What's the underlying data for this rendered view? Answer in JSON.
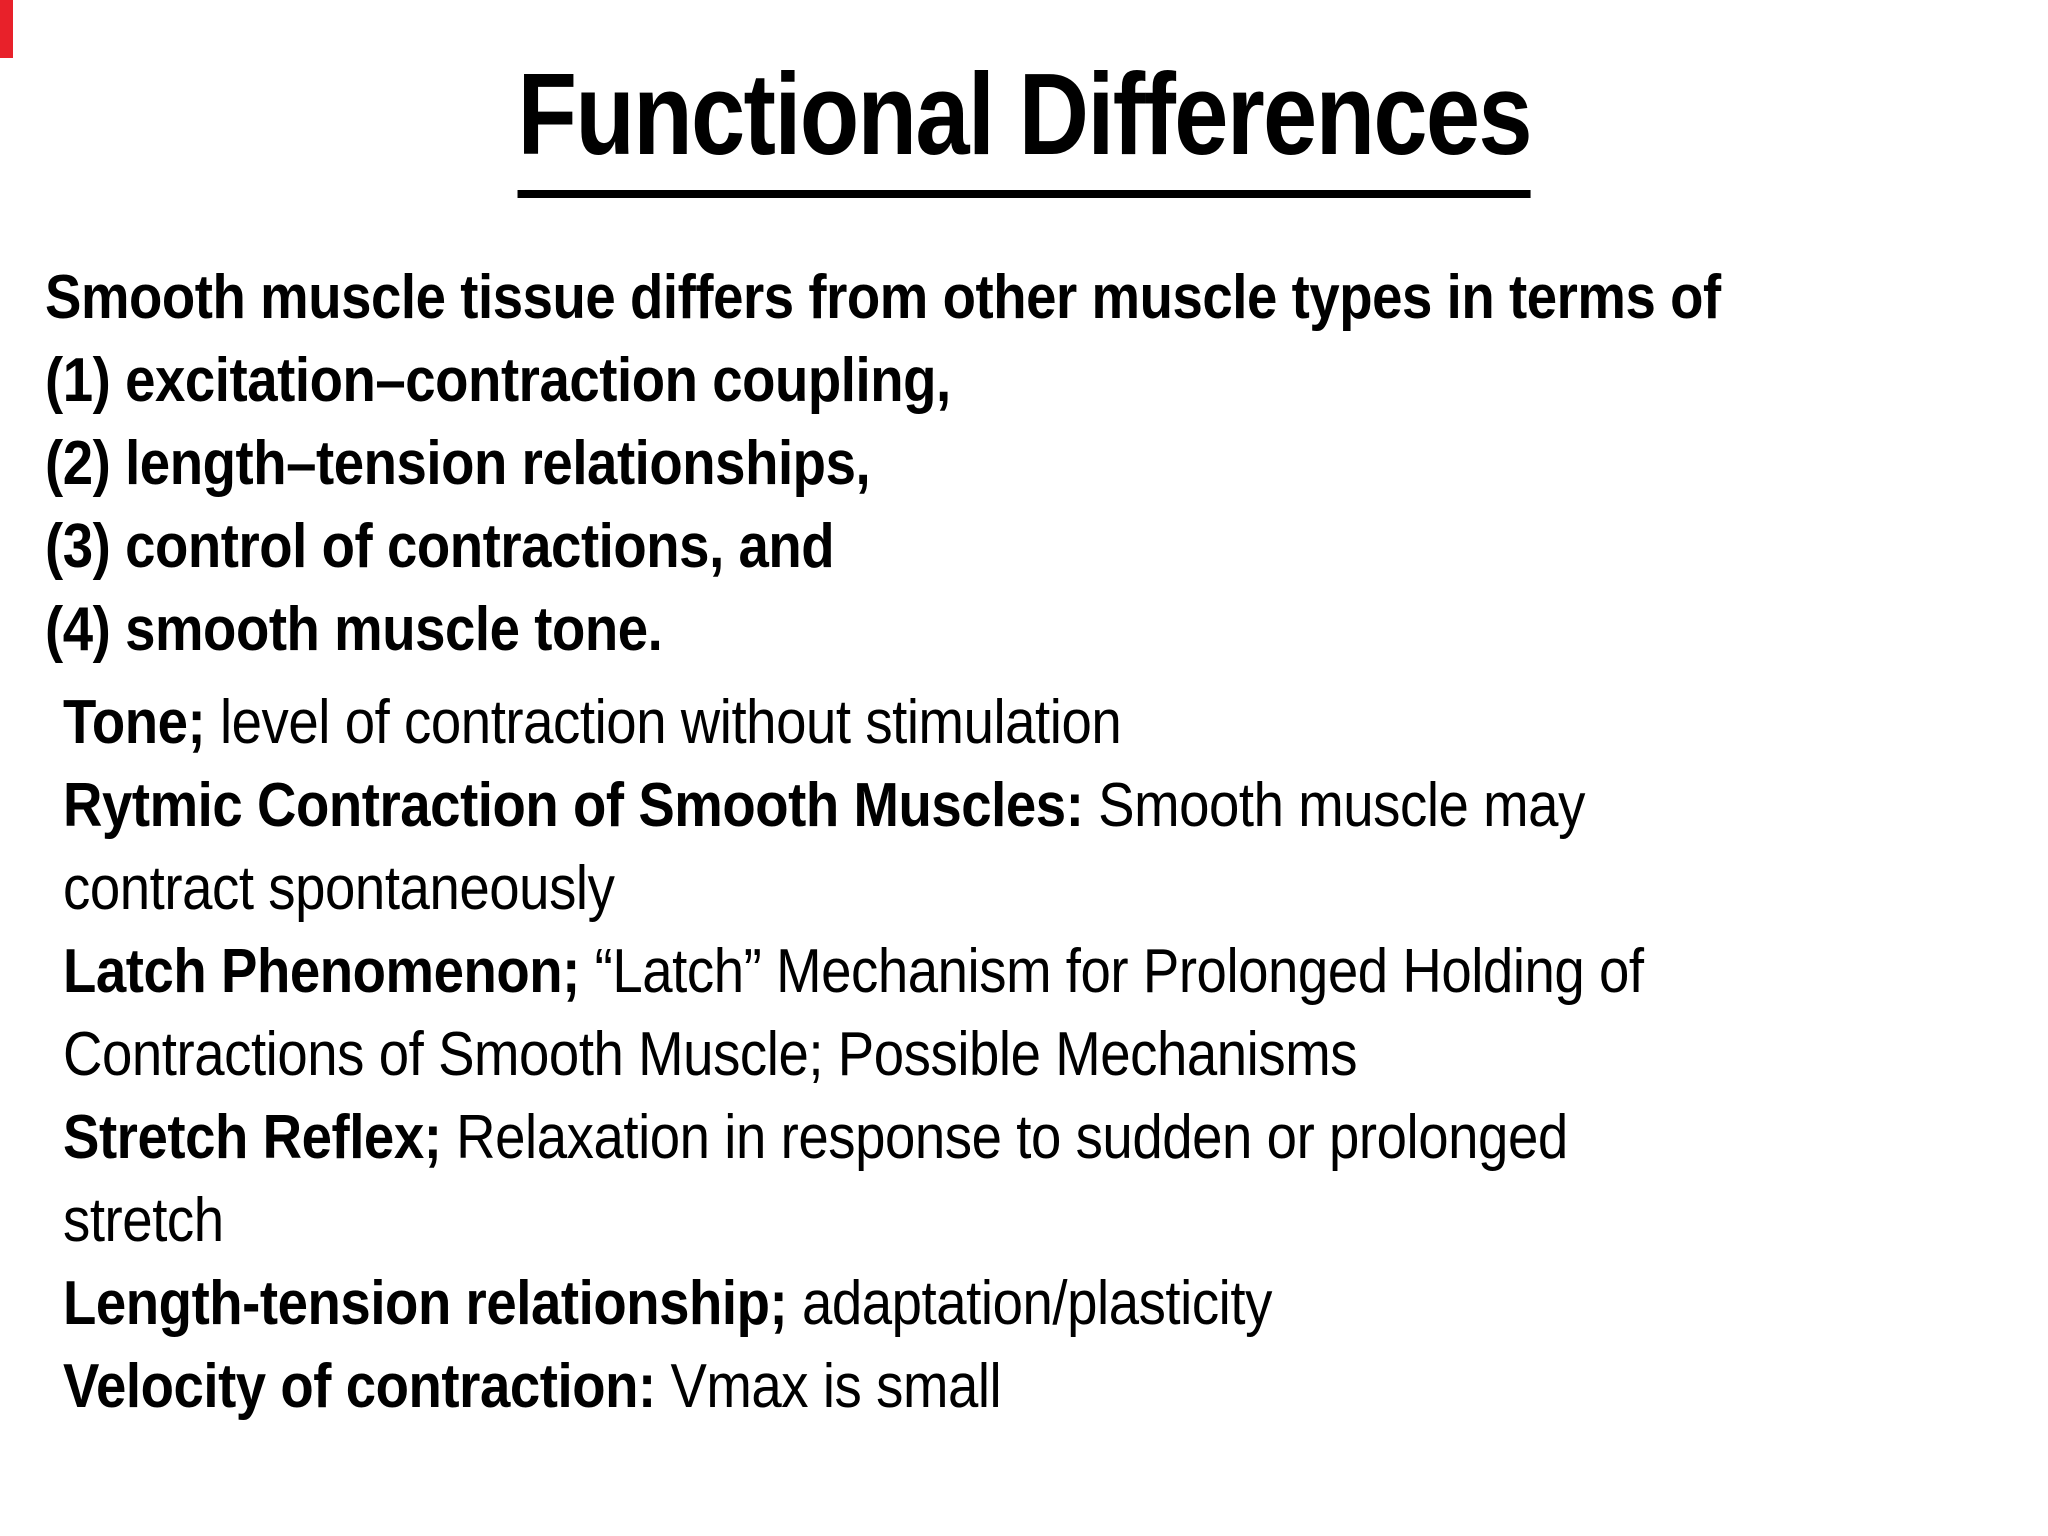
{
  "title": "Functional Differences",
  "intro_lines": [
    "Smooth muscle tissue differs from other muscle types in terms of",
    "(1) excitation–contraction coupling,",
    "(2) length–tension relationships,",
    "(3) control of contractions, and",
    "(4) smooth muscle tone."
  ],
  "definition_lines": [
    {
      "bold": "Tone;",
      "text": " level of contraction without stimulation"
    },
    {
      "bold": "Rytmic Contraction of Smooth Muscles:",
      "text": " Smooth muscle may"
    },
    {
      "bold": "",
      "text": "contract spontaneously"
    },
    {
      "bold": "Latch Phenomenon;",
      "text": " “Latch” Mechanism for Prolonged Holding of"
    },
    {
      "bold": "",
      "text": "Contractions of Smooth Muscle; Possible Mechanisms"
    },
    {
      "bold": "Stretch Reflex;",
      "text": " Relaxation in response to sudden or prolonged"
    },
    {
      "bold": "",
      "text": "stretch"
    },
    {
      "bold": "Length-tension relationship;",
      "text": " adaptation/plasticity"
    },
    {
      "bold": "Velocity of contraction:",
      "text": " Vmax is small"
    }
  ],
  "colors": {
    "marker": "#e8212a",
    "text": "#000000",
    "background": "#ffffff"
  }
}
